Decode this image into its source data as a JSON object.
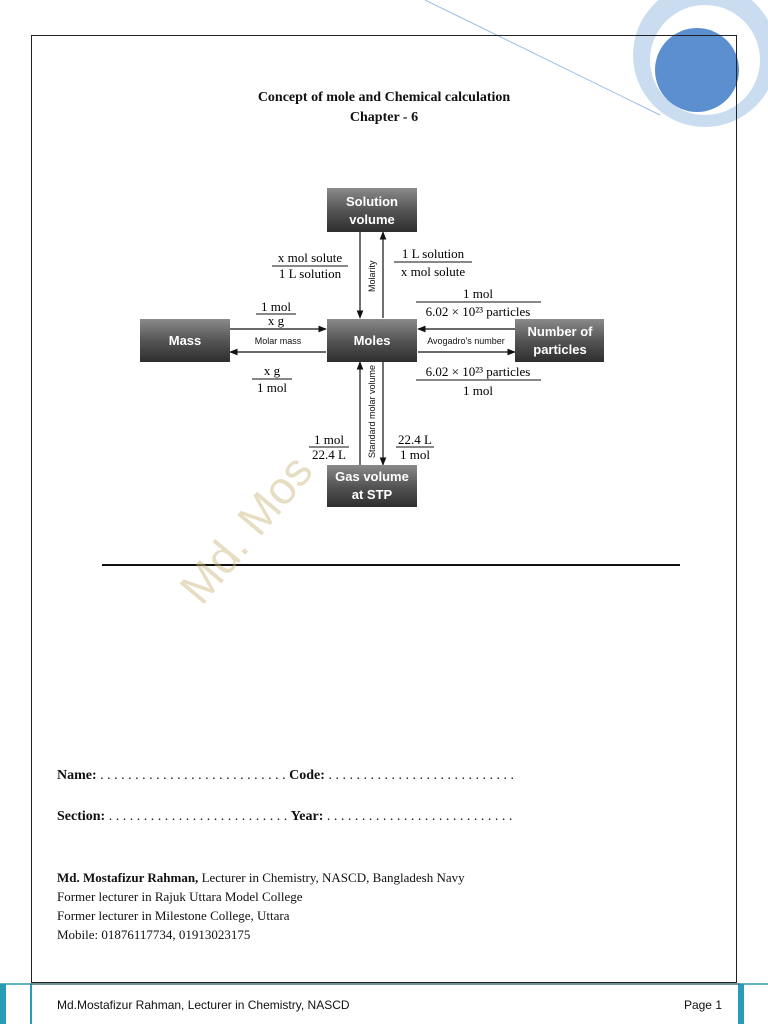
{
  "header": {
    "title": "Concept of mole and Chemical calculation",
    "chapter": "Chapter - 6"
  },
  "diagram": {
    "center": "Moles",
    "top_box": [
      "Solution",
      "volume"
    ],
    "left_box": "Mass",
    "right_box": [
      "Number of",
      "particles"
    ],
    "bottom_box": [
      "Gas volume",
      "at STP"
    ],
    "axis_molarity": "Molarity",
    "axis_molar_mass": "Molar mass",
    "axis_avogadro": "Avogadro's number",
    "axis_std_molar_volume": "Standard molar volume",
    "frac_top_left": {
      "num": "x mol solute",
      "den": "1 L solution"
    },
    "frac_top_right": {
      "num": "1 L solution",
      "den": "x mol solute"
    },
    "frac_left_top": {
      "num": "1 mol",
      "den": "x g"
    },
    "frac_left_bottom": {
      "num": "x g",
      "den": "1 mol"
    },
    "frac_right_top": {
      "num": "1 mol",
      "den": "6.02 × 10²³ particles"
    },
    "frac_right_bottom": {
      "num": "6.02 × 10²³ particles",
      "den": "1 mol"
    },
    "frac_bottom_left": {
      "num": "1 mol",
      "den": "22.4 L"
    },
    "frac_bottom_right": {
      "num": "22.4 L",
      "den": "1 mol"
    }
  },
  "watermark": "Md. Mos",
  "form": {
    "name_label": "Name:",
    "name_dots": ". . . . . . . . . . . . . . . . . . . . . . . . . . .",
    "code_label": "Code:",
    "code_dots": ". . . . . . . . . . . . . . . . . . . . . . . . . . .",
    "section_label": "Section:",
    "section_dots": ". . . . . . . . . . . . . . . . . . . . . . . . . .",
    "year_label": "Year:",
    "year_dots": ". . . . . . . . . . . . . . . . . . . . . . . . . . ."
  },
  "author": {
    "name": "Md. Mostafizur Rahman,",
    "line1_rest": " Lecturer in Chemistry, NASCD, Bangladesh Navy",
    "line2": "Former lecturer in Rajuk Uttara Model College",
    "line3": "Former lecturer in Milestone College, Uttara",
    "line4": "Mobile: 01876117734, 01913023175"
  },
  "footer": {
    "left": "Md.Mostafizur Rahman, Lecturer in Chemistry, NASCD",
    "right": "Page 1"
  },
  "colors": {
    "box_dark": "#3a3a3a",
    "box_light": "#8a8a8a",
    "accent_blue": "#5b8fd0",
    "accent_light": "#c9dcf0",
    "teal": "#2a9bb5"
  }
}
